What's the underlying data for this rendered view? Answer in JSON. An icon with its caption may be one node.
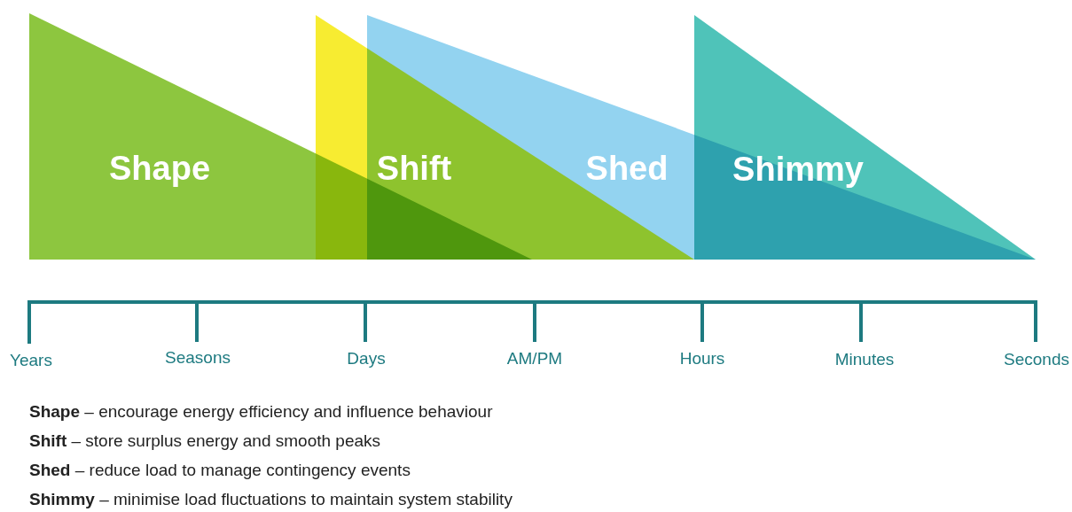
{
  "diagram": {
    "nodes": [
      {
        "text": [
          "Shape"
        ]
      },
      {
        "text": [
          "Shift"
        ]
      },
      {
        "text": [
          "Shed"
        ]
      },
      {
        "text": [
          "Shimmy"
        ]
      }
    ],
    "labels": [
      "Years",
      "Seasons",
      "Days",
      "AM/PM",
      "Hours",
      "Minutes",
      "Seconds",
      "**Shape** – encourage energy efficiency and influence behaviour",
      "**Shift** – store surplus energy and smooth peaks",
      "**Shed** – reduce load to manage contingency events",
      "**Shimmy** – minimise load fluctuations to maintain system stability"
    ]
  }
}
